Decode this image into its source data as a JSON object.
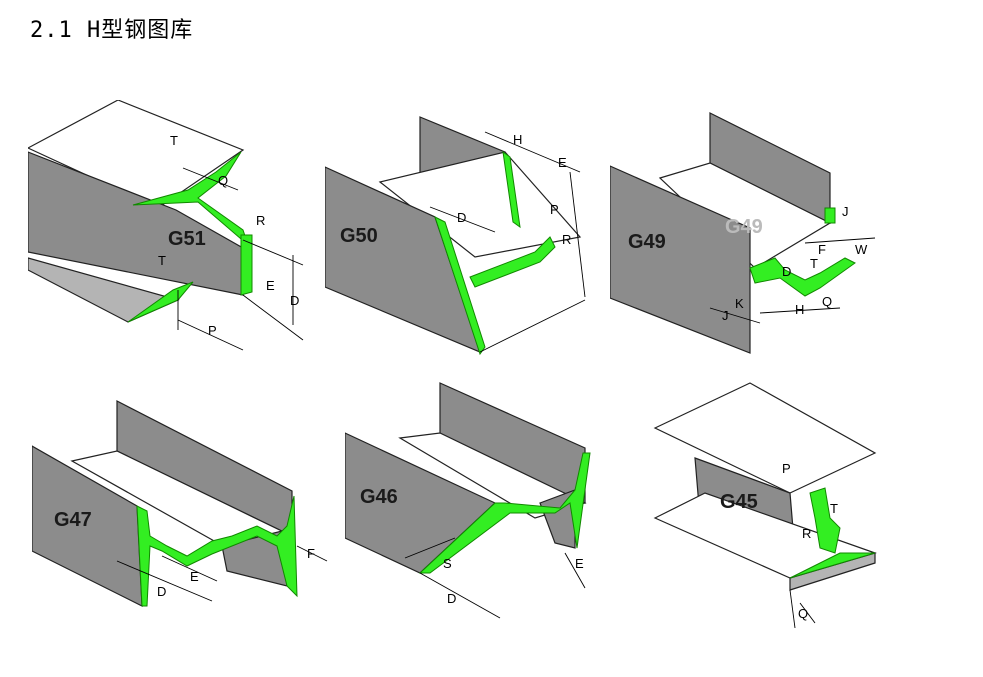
{
  "page": {
    "title": "2.1 H型钢图库"
  },
  "colors": {
    "profile_green": "#33ee22",
    "plate_gray": "#8c8c8c",
    "background": "#ffffff"
  },
  "figures": [
    {
      "id": "G51",
      "label": "G51",
      "dims": {
        "q": "Q",
        "r": "R",
        "e": "E",
        "d": "D",
        "p": "P",
        "t1": "T",
        "t2": "T"
      }
    },
    {
      "id": "G50",
      "label": "G50",
      "dims": {
        "h": "H",
        "e": "E",
        "d": "D",
        "p": "P",
        "r": "R"
      }
    },
    {
      "id": "G49",
      "label": "G49",
      "ghost": "G49",
      "dims": {
        "j": "J",
        "f": "F",
        "w": "W",
        "t": "T",
        "d": "D",
        "k": "K",
        "j2": "J",
        "h": "H",
        "q": "Q"
      }
    },
    {
      "id": "G47",
      "label": "G47",
      "dims": {
        "d": "D",
        "e": "E",
        "f": "F"
      }
    },
    {
      "id": "G46",
      "label": "G46",
      "dims": {
        "s": "S",
        "d": "D",
        "e": "E"
      }
    },
    {
      "id": "G45",
      "label": "G45",
      "dims": {
        "p": "P",
        "t": "T",
        "r": "R",
        "q": "Q"
      }
    }
  ]
}
